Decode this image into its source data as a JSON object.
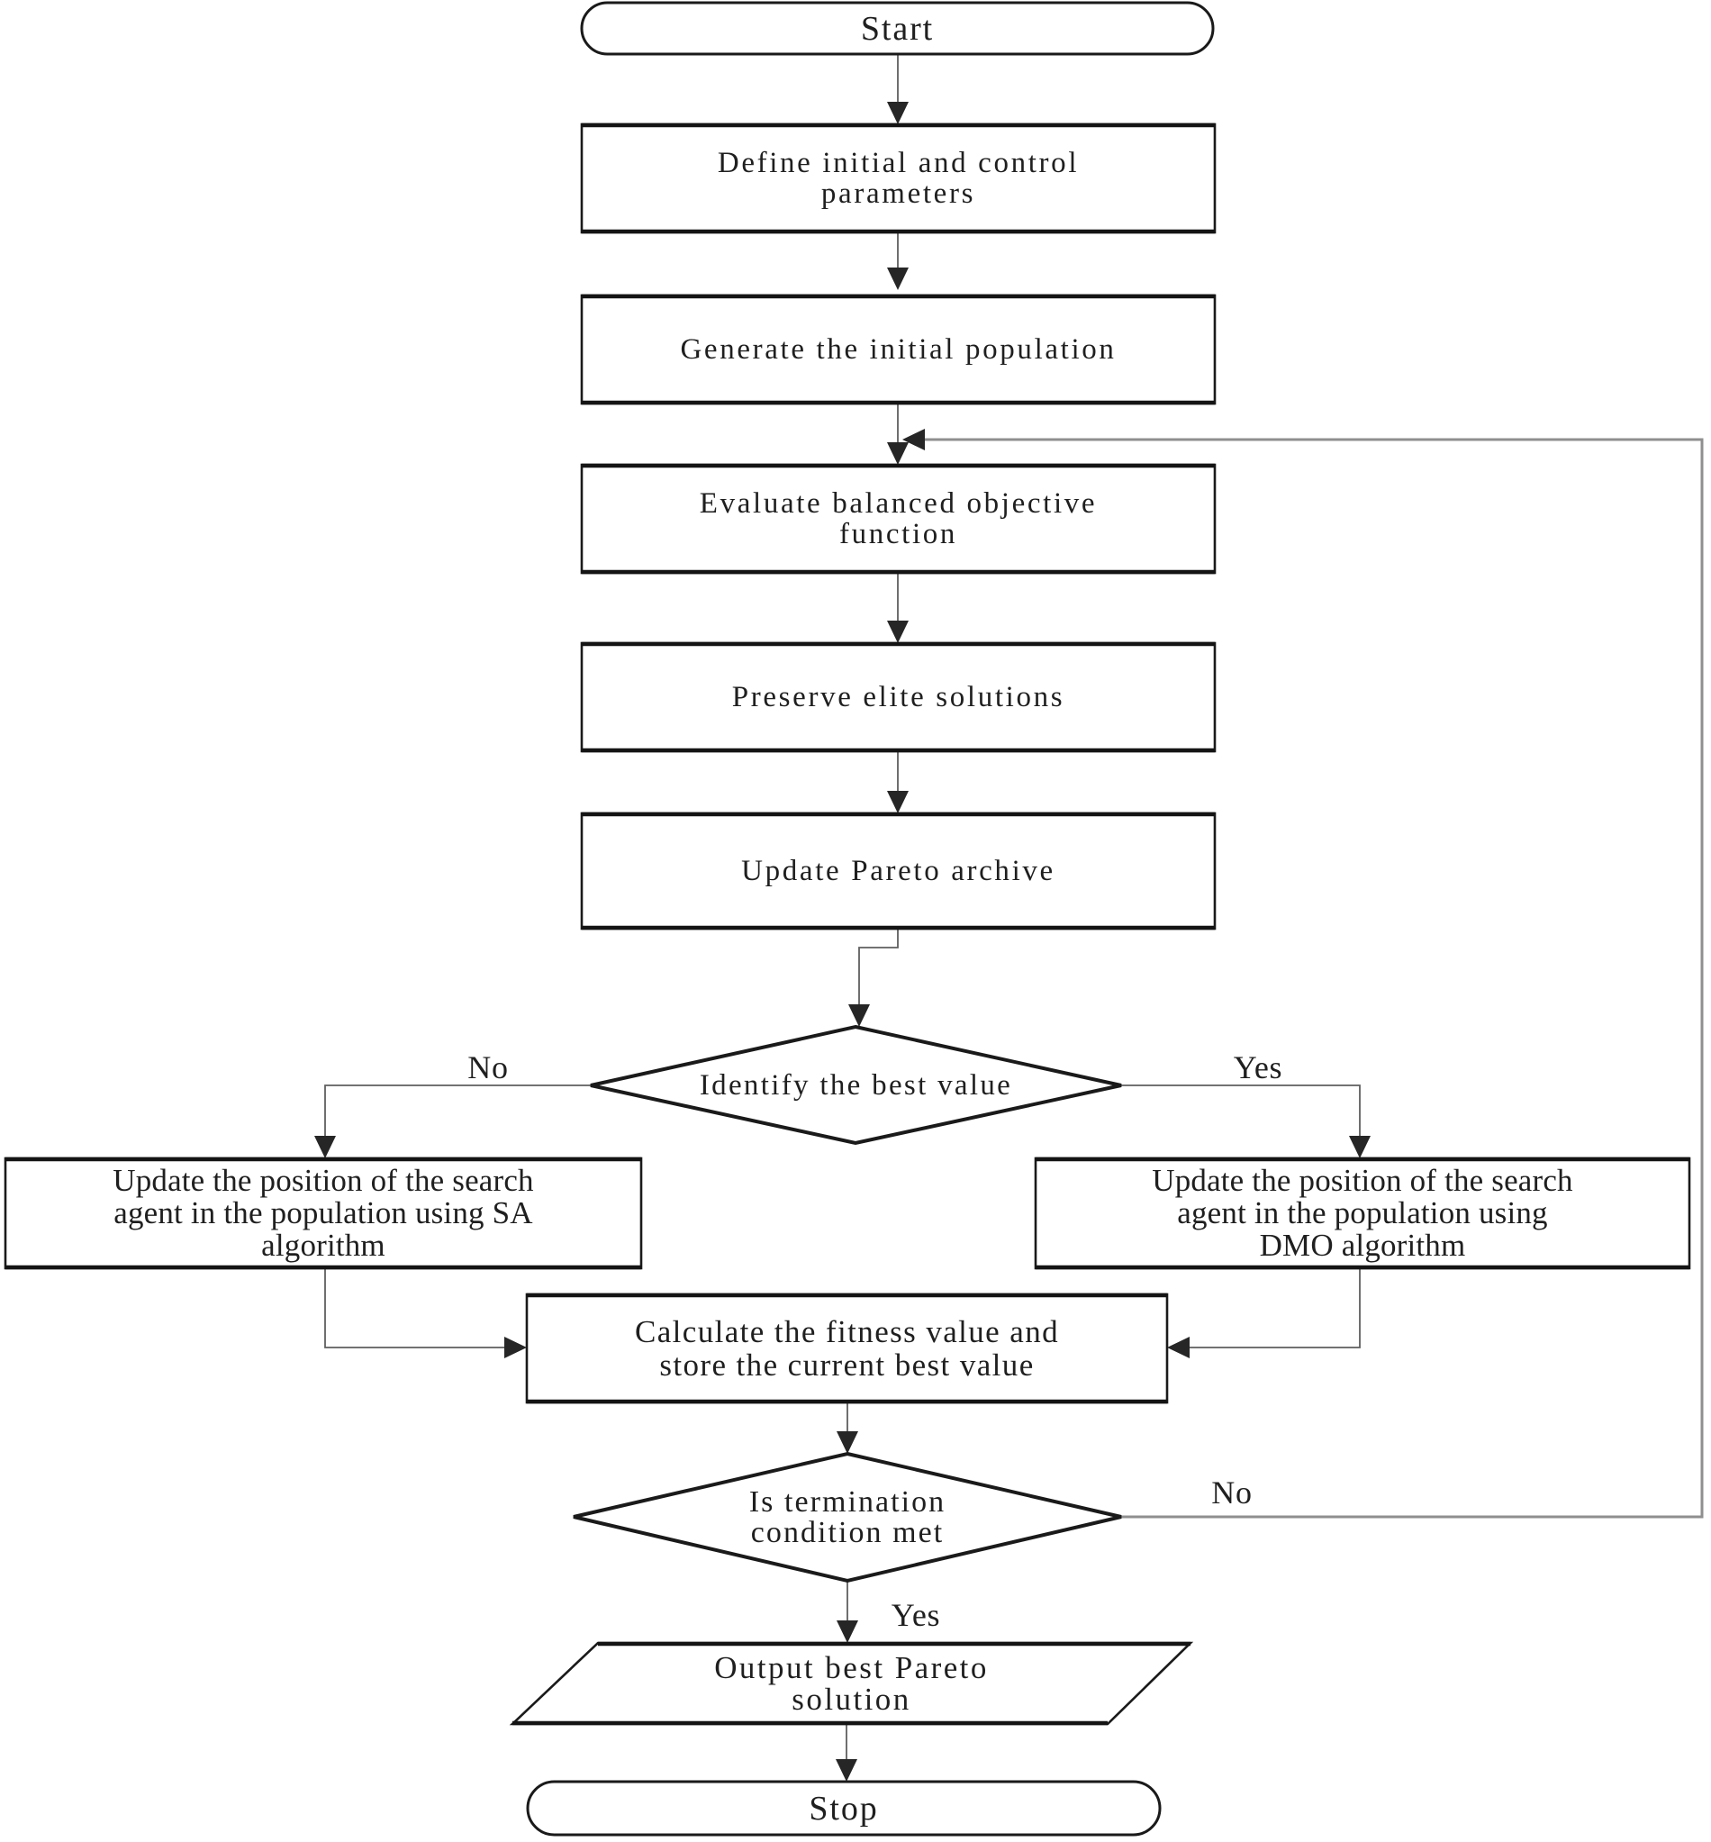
{
  "diagram": {
    "type": "flowchart",
    "colors": {
      "background": "#ffffff",
      "shape_border": "#1a1a1a",
      "connector": "#5f5f5f",
      "feedback_connector": "#8f8f8f",
      "arrowhead": "#262626",
      "text": "#1f1f1f"
    },
    "nodes": {
      "start": {
        "shape": "terminator",
        "label": "Start"
      },
      "define": {
        "shape": "process",
        "lines": [
          "Define initial and control",
          "parameters"
        ]
      },
      "generate": {
        "shape": "process",
        "lines": [
          "Generate the initial population"
        ]
      },
      "evaluate": {
        "shape": "process",
        "lines": [
          "Evaluate balanced objective",
          "function"
        ]
      },
      "preserve": {
        "shape": "process",
        "lines": [
          "Preserve elite solutions"
        ]
      },
      "archive": {
        "shape": "process",
        "lines": [
          "Update Pareto archive"
        ]
      },
      "identify": {
        "shape": "decision",
        "lines": [
          "Identify the best value"
        ]
      },
      "sa": {
        "shape": "process",
        "lines": [
          "Update the position of the search",
          "agent in the population using SA",
          "algorithm"
        ]
      },
      "dmo": {
        "shape": "process",
        "lines": [
          "Update the position of the search",
          "agent in the population using",
          "DMO algorithm"
        ]
      },
      "calculate": {
        "shape": "process",
        "lines": [
          "Calculate the fitness value and",
          "store the current best value"
        ]
      },
      "termination": {
        "shape": "decision",
        "lines": [
          "Is termination",
          "condition met"
        ]
      },
      "output": {
        "shape": "data",
        "lines": [
          "Output best Pareto",
          "solution"
        ]
      },
      "stop": {
        "shape": "terminator",
        "label": "Stop"
      }
    },
    "edge_labels": {
      "identify_no": "No",
      "identify_yes": "Yes",
      "termination_no": "No",
      "termination_yes": "Yes"
    }
  }
}
